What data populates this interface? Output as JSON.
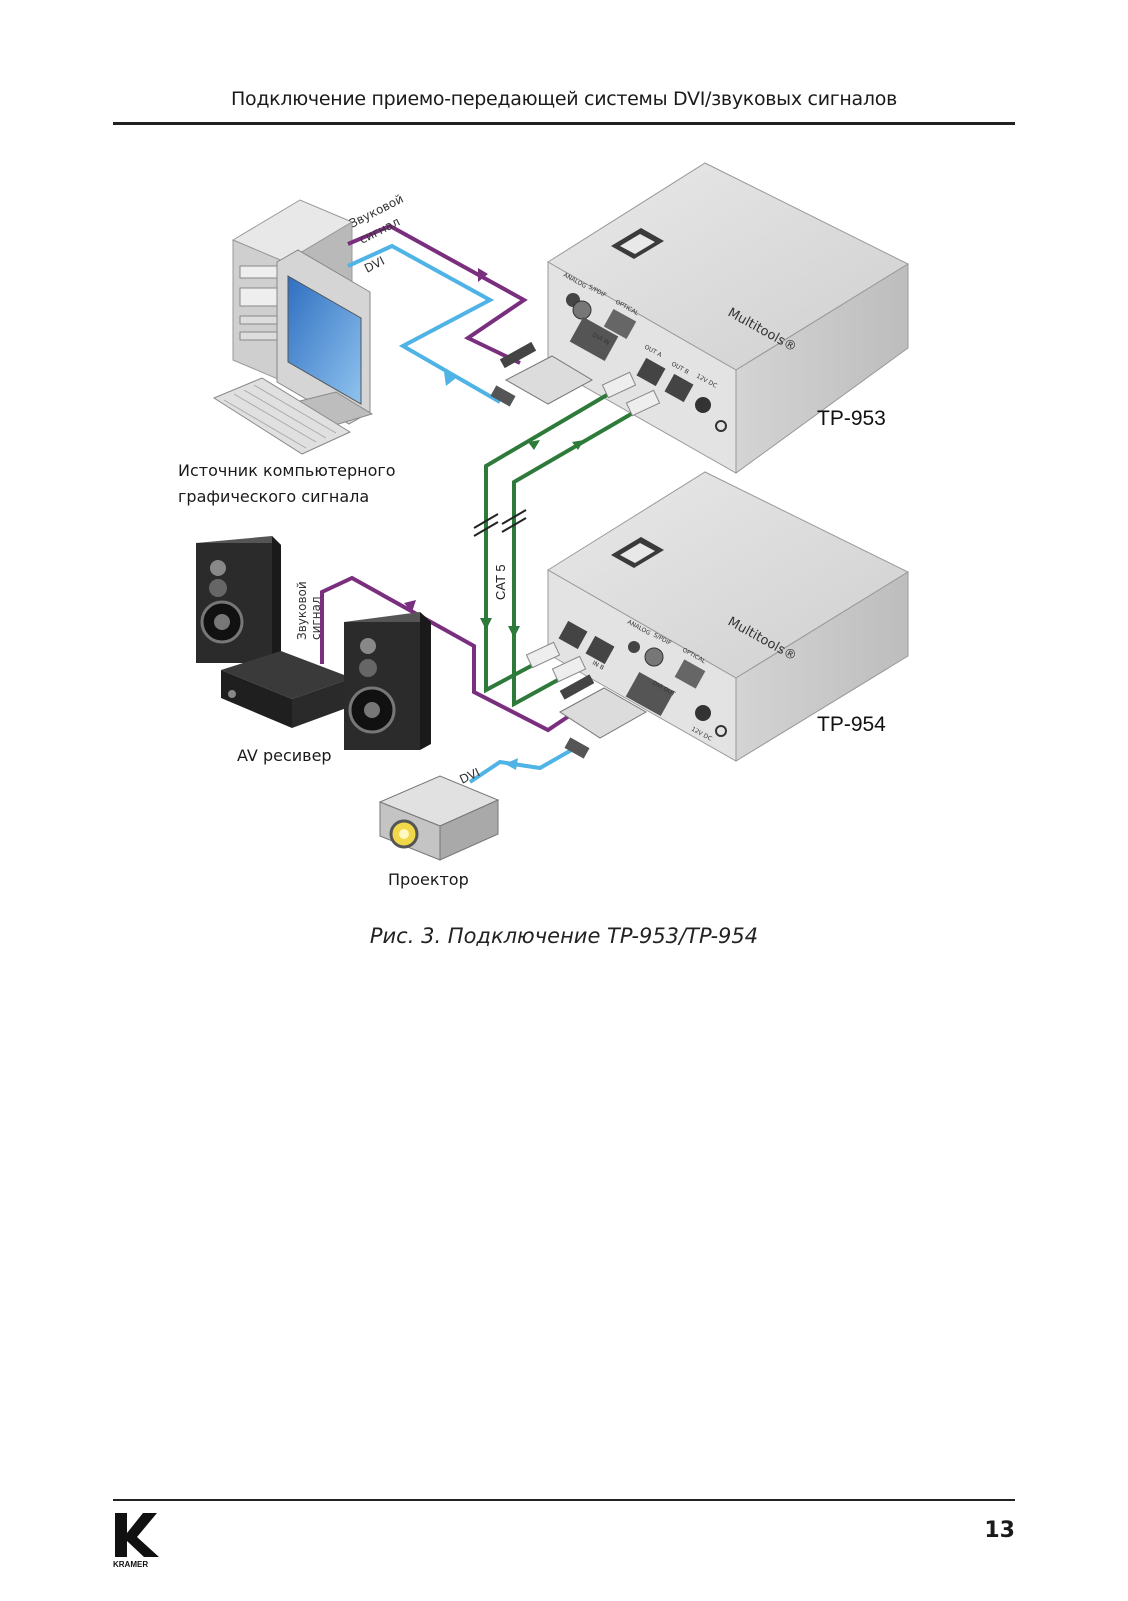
{
  "header": {
    "title": "Подключение приемо-передающей системы DVI/звуковых сигналов"
  },
  "figure": {
    "caption": "Рис. 3. Подключение TP-953/TP-954",
    "labels": {
      "audio_top": "Звуковой",
      "audio_top_2": "сигнал",
      "dvi_top": "DVI",
      "source_line1": "Источник компьютерного",
      "source_line2": "графического сигнала",
      "cat5": "CAT 5",
      "audio_left": "Звуковой",
      "audio_left_2": "сигнал",
      "av_receiver": "AV ресивер",
      "dvi_bottom": "DVI",
      "projector": "Проектор",
      "device_tx": "TP-953",
      "device_rx": "TP-954",
      "brand_tx": "Multitools®",
      "brand_rx": "Multitools®",
      "tx_analog": "ANALOG",
      "tx_spdif": "S/PDIF",
      "tx_optical": "OPTICAL",
      "tx_dvi_in": "DVI IN",
      "tx_out_a": "OUT A",
      "tx_out_b": "OUT B",
      "tx_12v": "12V DC",
      "rx_analog": "ANALOG",
      "rx_spdif": "S/PDIF",
      "rx_optical": "OPTICAL",
      "rx_dvi_out": "DVI OUT",
      "rx_in_b": "IN B",
      "rx_12v": "12V DC"
    },
    "colors": {
      "audio_cable": "#7a2f7e",
      "dvi_cable": "#4fb3e6",
      "cat5_cable": "#2e7a3a",
      "device_body": "#d9d9d9"
    }
  },
  "footer": {
    "page_number": "13",
    "logo_text": "KRAMER"
  }
}
